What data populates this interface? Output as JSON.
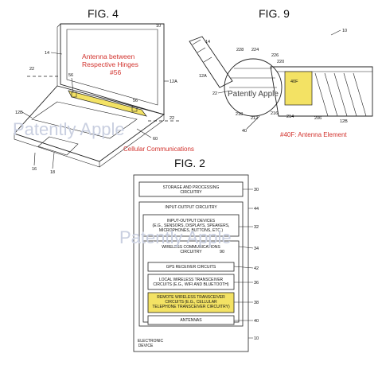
{
  "colors": {
    "line": "#222222",
    "highlight": "#f3e264",
    "annotation": "#d2322d",
    "watermark": "#c9cfe0"
  },
  "watermark": "Patently Apple",
  "fig4": {
    "title": "FIG. 4",
    "annotation": [
      "Antenna between",
      "Respective Hinges",
      "#56"
    ],
    "caption": "Cellular Communications",
    "refs": {
      "r10": "10",
      "r14": "14",
      "r12a": "12A",
      "r22a": "22",
      "r22b": "22",
      "r56a": "56",
      "r56b": "56",
      "r12b": "12B",
      "r16": "16",
      "r18": "18",
      "r60": "60"
    }
  },
  "fig9": {
    "title": "FIG. 9",
    "caption": "#40F: Antenna Element",
    "refs": {
      "r14": "14",
      "r10": "10",
      "r228": "228",
      "r224": "224",
      "r226": "226",
      "r220": "220",
      "r12a": "12A",
      "r22": "22",
      "r40f": "40F",
      "r218": "218",
      "r212": "212",
      "r216": "216",
      "r214": "214",
      "r206": "206",
      "r12b": "12B",
      "r40": "40"
    }
  },
  "fig2": {
    "title": "FIG. 2",
    "blocks": {
      "storage": [
        "STORAGE AND PROCESSING",
        "CIRCUITRY"
      ],
      "io": "INPUT-OUTPUT CIRCUITRY",
      "devices": [
        "INPUT-OUTPUT DEVICES",
        "(E.G., SENSORS, DISPLAYS, SPEAKERS,",
        "MICROPHONES, BUTTONS, ETC.)"
      ],
      "wireless": [
        "WIRELESS COMMUNICATIONS",
        "CIRCUITRY"
      ],
      "gps": "GPS RECEIVER CIRCUITS",
      "local": [
        "LOCAL WIRELESS TRANSCEIVER",
        "CIRCUITS (E.G., WIFI AND BLUETOOTH)"
      ],
      "remote": [
        "REMOTE WIRELESS TRANSCEIVER",
        "CIRCUITS (E.G., CELLULAR",
        "TELEPHONE TRANSCEIVER CIRCUITRY)"
      ],
      "antennas": "ANTENNAS",
      "device": [
        "ELECTRONIC",
        "DEVICE"
      ]
    },
    "refs": {
      "r30": "30",
      "r44": "44",
      "r32": "32",
      "r34": "34",
      "r90": "90",
      "r42": "42",
      "r36": "36",
      "r38": "38",
      "r40": "40",
      "r10": "10"
    }
  }
}
